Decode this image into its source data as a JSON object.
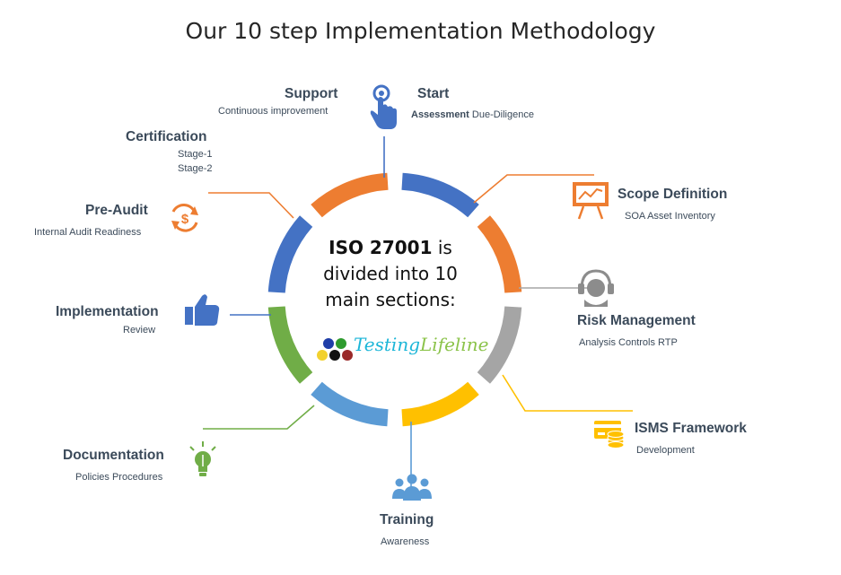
{
  "title": "Our 10 step Implementation Methodology",
  "center": {
    "line1_bold": "ISO 27001",
    "line1_rest": " is",
    "line2": "divided into 10",
    "line3": "main sections:"
  },
  "logo": {
    "part1": "Testing",
    "part2": "Lifeline"
  },
  "steps": [
    {
      "title": "Start",
      "sub_bold": "Assessment",
      "sub": " Due-Diligence",
      "color": "#4472c4",
      "icon": "pointer-hand-icon"
    },
    {
      "title": "Scope Definition",
      "sub": "SOA  Asset Inventory",
      "color": "#ed7d31",
      "icon": "presentation-chart-icon"
    },
    {
      "title": "Risk Management",
      "sub": "Analysis  Controls  RTP",
      "color": "#a5a5a5",
      "icon": "headset-icon"
    },
    {
      "title": "ISMS Framework",
      "sub": "Development",
      "color": "#ffc000",
      "icon": "card-coins-icon"
    },
    {
      "title": "Training",
      "sub": "Awareness",
      "color": "#5b9bd5",
      "icon": "group-icon"
    },
    {
      "title": "Documentation",
      "sub": "Policies  Procedures",
      "color": "#70ad47",
      "icon": "lightbulb-icon"
    },
    {
      "title": "Implementation",
      "sub": "Review",
      "color": "#4472c4",
      "icon": "thumbs-up-icon"
    },
    {
      "title": "Pre-Audit",
      "sub": "Internal Audit Readiness",
      "color": "#ed7d31",
      "icon": "dollar-cycle-icon"
    },
    {
      "title": "Certification",
      "sub": "Stage-1",
      "sub2": "Stage-2",
      "color": "#4472c4"
    },
    {
      "title": "Support",
      "sub": "Continuous improvement",
      "color": "#4472c4"
    }
  ]
}
